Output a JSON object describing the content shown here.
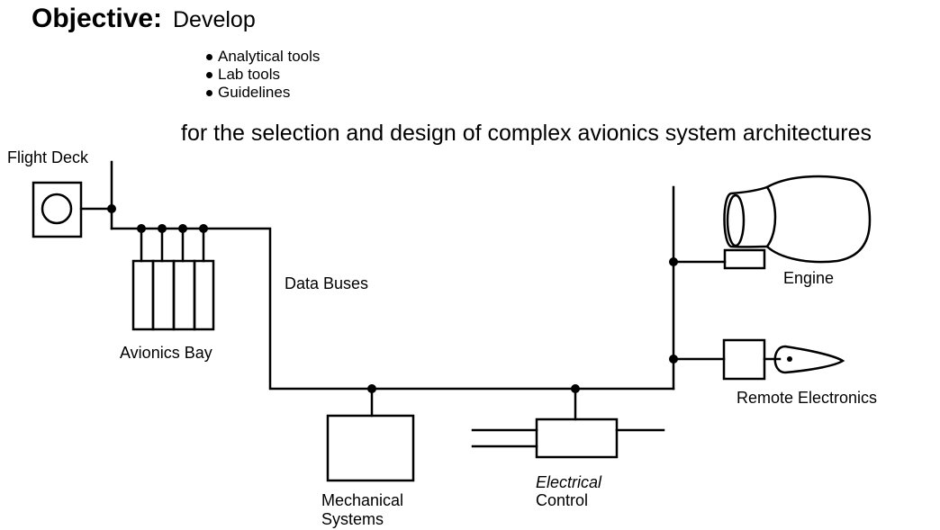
{
  "header": {
    "objective_label": "Objective:",
    "objective_text": "Develop",
    "bullets": [
      "Analytical tools",
      "Lab tools",
      "Guidelines"
    ],
    "purpose": "for the selection and design of complex avionics system architectures"
  },
  "diagram": {
    "labels": {
      "flight_deck": "Flight Deck",
      "avionics_bay": "Avionics Bay",
      "data_buses": "Data Buses",
      "engine": "Engine",
      "remote_electronics": "Remote Electronics",
      "mechanical_systems_line1": "Mechanical",
      "mechanical_systems_line2": "Systems",
      "electrical_control_line1": "Electrical",
      "electrical_control_line2": "Control"
    }
  }
}
